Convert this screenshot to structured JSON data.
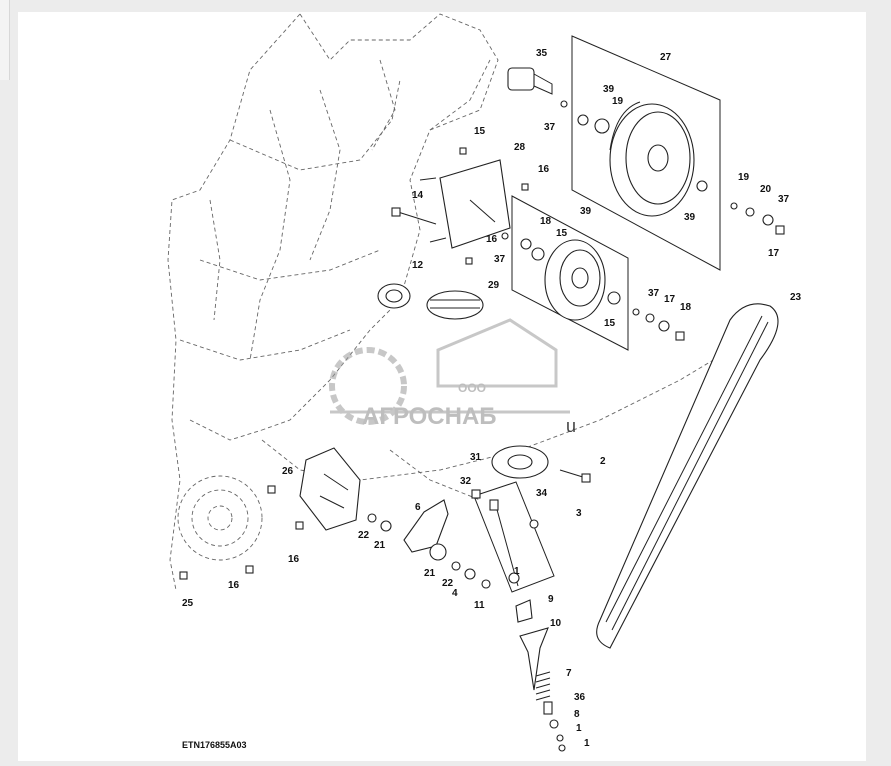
{
  "figure": {
    "reference_code": "ETN176855A03",
    "watermark_text": "АГРОСНАБ",
    "watermark_sub": "ООО",
    "watermark_tail": "u"
  },
  "callouts": [
    "35",
    "27",
    "39",
    "19",
    "37",
    "15",
    "28",
    "16",
    "14",
    "16",
    "37",
    "12",
    "29",
    "39",
    "19",
    "20",
    "37",
    "17",
    "18",
    "15",
    "39",
    "37",
    "17",
    "18",
    "15",
    "23",
    "31",
    "2",
    "32",
    "34",
    "26",
    "3",
    "6",
    "22",
    "21",
    "16",
    "21",
    "22",
    "4",
    "1",
    "11",
    "16",
    "25",
    "9",
    "10",
    "7",
    "36",
    "8",
    "1",
    "1"
  ],
  "colors": {
    "line": "#222222",
    "watermark": "#9a9a9a",
    "background": "#ececec"
  }
}
